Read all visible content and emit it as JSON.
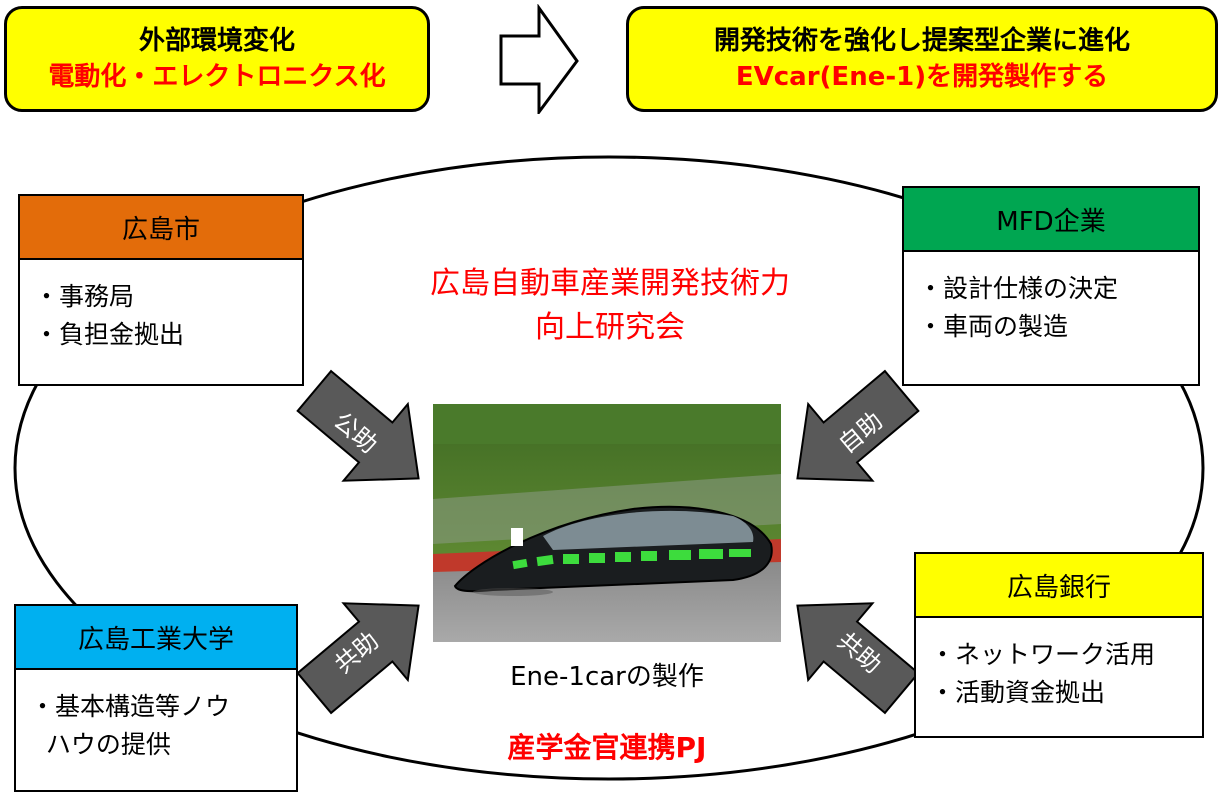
{
  "top": {
    "left_box": {
      "line1": "外部環境変化",
      "line2": "電動化・エレクトロニクス化"
    },
    "right_box": {
      "line1": "開発技術を強化し提案型企業に進化",
      "line2": "EVcar(Ene-1)を開発製作する"
    }
  },
  "center": {
    "title_line1": "広島自動車産業開発技術力",
    "title_line2": "向上研究会",
    "photo_caption": "Ene-1carの製作",
    "project_label": "産学金官連携PJ"
  },
  "cards": {
    "hiroshima_city": {
      "header": "広島市",
      "items": [
        "・事務局",
        "・負担金拠出"
      ],
      "color": "#e36c0a"
    },
    "mfd": {
      "header": "MFD企業",
      "items": [
        "・設計仕様の決定",
        "・車両の製造"
      ],
      "color": "#00a651"
    },
    "hit": {
      "header": "広島工業大学",
      "items": [
        "・基本構造等ノウ",
        "  ハウの提供"
      ],
      "color": "#00b0f0"
    },
    "bank": {
      "header": "広島銀行",
      "items": [
        "・ネットワーク活用",
        "・活動資金拠出"
      ],
      "color": "#ffff00"
    }
  },
  "arrows": {
    "top_left": "公助",
    "top_right": "自助",
    "bottom_left": "共助",
    "bottom_right": "共助"
  }
}
